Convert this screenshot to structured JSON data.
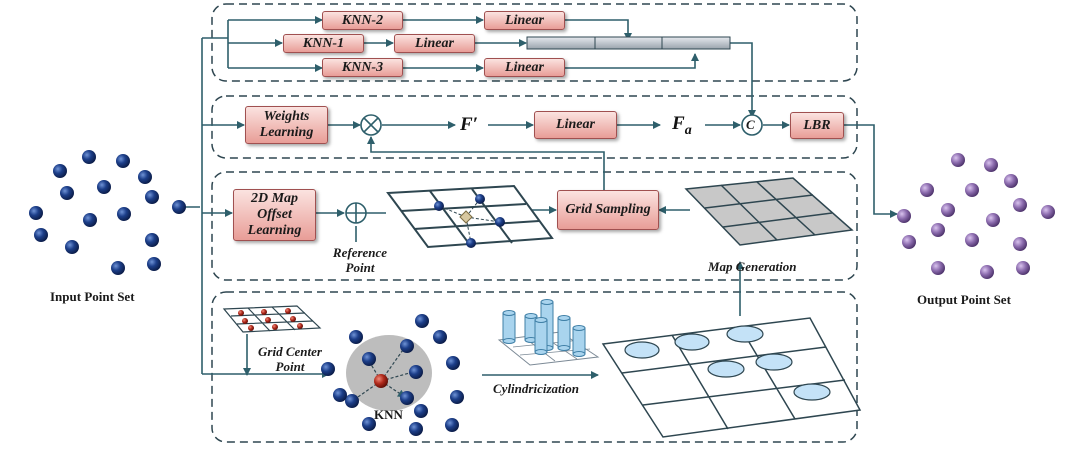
{
  "knn_branch": {
    "knn2_label": "KNN-2",
    "knn1_label": "KNN-1",
    "knn3_label": "KNN-3",
    "linear_label": "Linear"
  },
  "attention_branch": {
    "weights_label": "Weights Learning",
    "multiply_symbol": "⊗",
    "f_prime": "F′",
    "linear_label": "Linear",
    "f_a_main": "F",
    "f_a_sub": "a",
    "concat_symbol": "C",
    "lbr_label": "LBR"
  },
  "offset_branch": {
    "offset_label": "2D Map Offset Learning",
    "add_symbol": "⊕",
    "reference_point_label": "Reference Point",
    "grid_sampling_label": "Grid Sampling",
    "map_generation_label": "Map Generation"
  },
  "bottom_branch": {
    "grid_center_label": "Grid Center Point",
    "knn_label": "KNN",
    "cylindrization_label": "Cylindricization"
  },
  "sides": {
    "input_label": "Input Point Set",
    "output_label": "Output Point Set"
  },
  "colors": {
    "box_fill_top": "#fbe3e0",
    "box_fill_bottom": "#e89d97",
    "arrow": "#2e5f6b",
    "dash_border": "#2e4650",
    "input_point": "#1b3c82",
    "output_point": "#8b6aa8",
    "grid_fill": "#c8c8c8",
    "cylinder": "#a9d4ee"
  }
}
